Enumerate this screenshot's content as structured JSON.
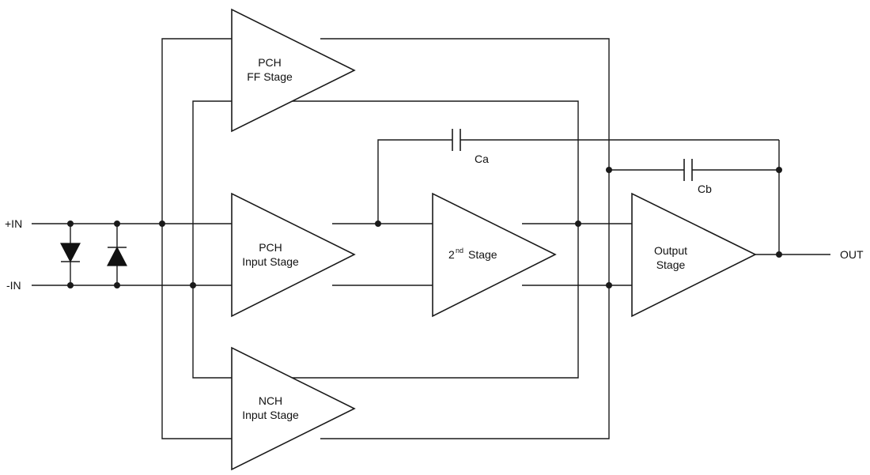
{
  "pins": {
    "in_plus": "+IN",
    "in_minus": "-IN",
    "out": "OUT"
  },
  "blocks": {
    "pch_ff": {
      "line1": "PCH",
      "line2": "FF Stage"
    },
    "pch_input": {
      "line1": "PCH",
      "line2": "Input Stage"
    },
    "nch_input": {
      "line1": "NCH",
      "line2": "Input Stage"
    },
    "second_stage": {
      "number": "2",
      "superscript": "nd",
      "label": "Stage"
    },
    "output": {
      "line1": "Output",
      "line2": "Stage"
    }
  },
  "capacitors": {
    "ca": "Ca",
    "cb": "Cb"
  }
}
